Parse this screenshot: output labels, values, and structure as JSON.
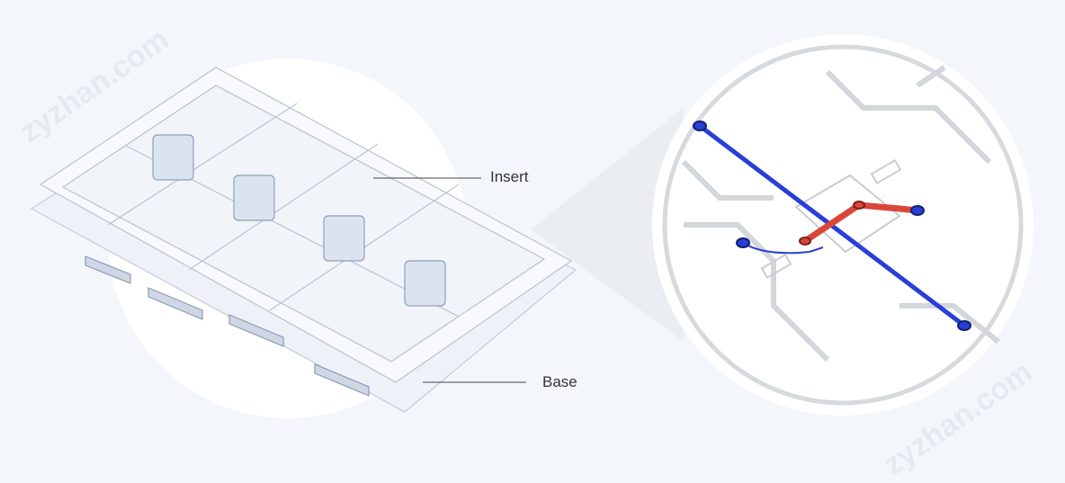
{
  "labels": {
    "insert": "Insert",
    "base": "Base"
  },
  "watermark": "zyzhan.com",
  "colors": {
    "background": "#f3f7fb",
    "channel_blue": "#2a3fd6",
    "channel_red": "#d9473b",
    "circle_border": "#d6d9de"
  }
}
